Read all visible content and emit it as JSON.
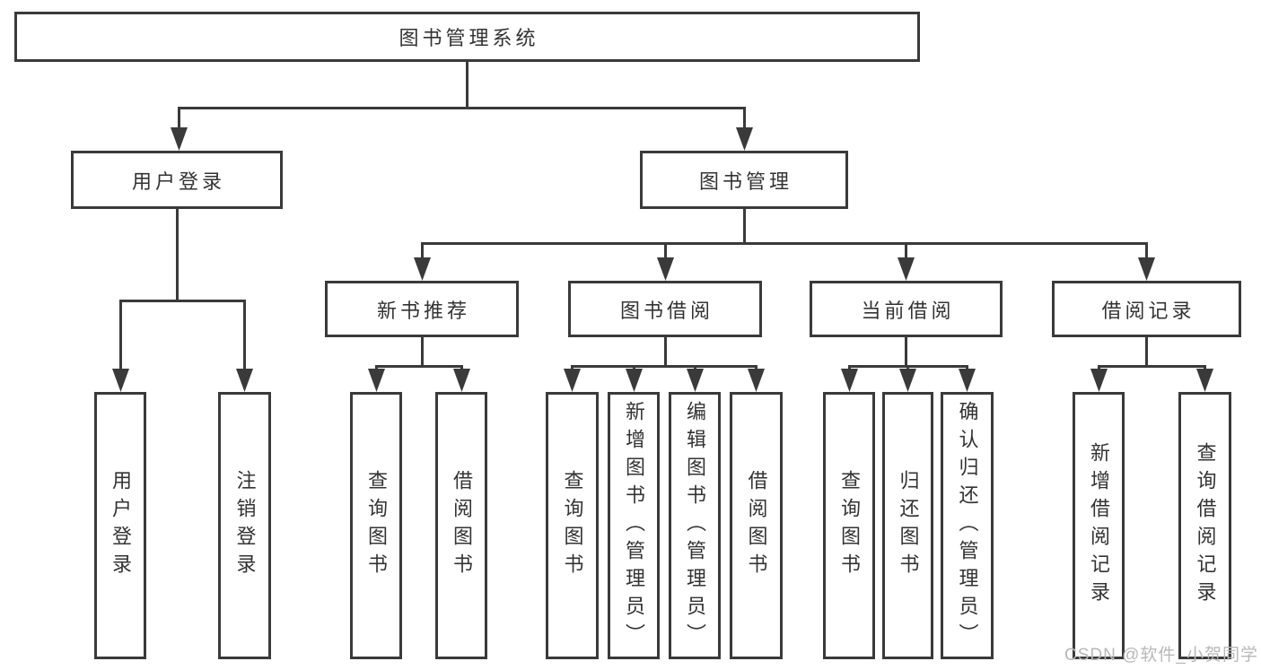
{
  "diagram": {
    "title": "图书管理系统",
    "root": {
      "label": "图书管理系统"
    },
    "branches": [
      {
        "label": "用户登录",
        "children": [
          "用户登录",
          "注销登录"
        ]
      },
      {
        "label": "图书管理",
        "children": [
          {
            "label": "新书推荐",
            "children": [
              "查询图书",
              "借阅图书"
            ]
          },
          {
            "label": "图书借阅",
            "children": [
              "查询图书",
              "新增图书（管理员）",
              "编辑图书（管理员）",
              "借阅图书"
            ]
          },
          {
            "label": "当前借阅",
            "children": [
              "查询图书",
              "归还图书",
              "确认归还（管理员）"
            ]
          },
          {
            "label": "借阅记录",
            "children": [
              "新增借阅记录",
              "查询借阅记录"
            ]
          }
        ]
      }
    ]
  },
  "watermark": "CSDN @软件_小贺同学",
  "colors": {
    "line": "#3a3a3a",
    "box_border": "#3a3a3a",
    "text": "#333333",
    "watermark": "#b8b8b8",
    "background": "#ffffff"
  }
}
